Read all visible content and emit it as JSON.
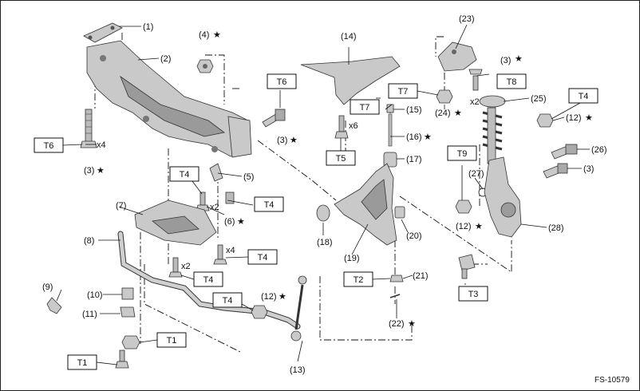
{
  "parts": [
    {
      "key": "p1",
      "text": "(1)"
    },
    {
      "key": "p2",
      "text": "(2)"
    },
    {
      "key": "p3a",
      "text": "(3)"
    },
    {
      "key": "p3b",
      "text": "(3)"
    },
    {
      "key": "p3c",
      "text": "(3)"
    },
    {
      "key": "p3d",
      "text": "(3)"
    },
    {
      "key": "p4",
      "text": "(4)"
    },
    {
      "key": "p5",
      "text": "(5)"
    },
    {
      "key": "p6",
      "text": "(6)"
    },
    {
      "key": "p7",
      "text": "(7)"
    },
    {
      "key": "p8",
      "text": "(8)"
    },
    {
      "key": "p9",
      "text": "(9)"
    },
    {
      "key": "p10",
      "text": "(10)"
    },
    {
      "key": "p11",
      "text": "(11)"
    },
    {
      "key": "p12a",
      "text": "(12)"
    },
    {
      "key": "p12b",
      "text": "(12)"
    },
    {
      "key": "p12c",
      "text": "(12)"
    },
    {
      "key": "p13",
      "text": "(13)"
    },
    {
      "key": "p14",
      "text": "(14)"
    },
    {
      "key": "p15",
      "text": "(15)"
    },
    {
      "key": "p16",
      "text": "(16)"
    },
    {
      "key": "p17",
      "text": "(17)"
    },
    {
      "key": "p18",
      "text": "(18)"
    },
    {
      "key": "p19",
      "text": "(19)"
    },
    {
      "key": "p20",
      "text": "(20)"
    },
    {
      "key": "p21",
      "text": "(21)"
    },
    {
      "key": "p22",
      "text": "(22)"
    },
    {
      "key": "p23",
      "text": "(23)"
    },
    {
      "key": "p24",
      "text": "(24)"
    },
    {
      "key": "p25",
      "text": "(25)"
    },
    {
      "key": "p26",
      "text": "(26)"
    },
    {
      "key": "p27",
      "text": "(27)"
    },
    {
      "key": "p28",
      "text": "(28)"
    }
  ],
  "torque": [
    {
      "key": "t6a",
      "text": "T6"
    },
    {
      "key": "t6b",
      "text": "T6"
    },
    {
      "key": "t4a",
      "text": "T4"
    },
    {
      "key": "t4b",
      "text": "T4"
    },
    {
      "key": "t4c",
      "text": "T4"
    },
    {
      "key": "t4d",
      "text": "T4"
    },
    {
      "key": "t4e",
      "text": "T4"
    },
    {
      "key": "t4f",
      "text": "T4"
    },
    {
      "key": "t1a",
      "text": "T1"
    },
    {
      "key": "t1b",
      "text": "T1"
    },
    {
      "key": "t5",
      "text": "T5"
    },
    {
      "key": "t7a",
      "text": "T7"
    },
    {
      "key": "t7b",
      "text": "T7"
    },
    {
      "key": "t8",
      "text": "T8"
    },
    {
      "key": "t9",
      "text": "T9"
    },
    {
      "key": "t2",
      "text": "T2"
    },
    {
      "key": "t3",
      "text": "T3"
    }
  ],
  "multipliers": [
    {
      "key": "m1",
      "text": "x4"
    },
    {
      "key": "m2",
      "text": "x2"
    },
    {
      "key": "m3",
      "text": "x2"
    },
    {
      "key": "m4",
      "text": "x4"
    },
    {
      "key": "m5",
      "text": "x6"
    },
    {
      "key": "m6",
      "text": "x2"
    }
  ],
  "star_symbol": "★",
  "figure_ref": "FS-10579"
}
